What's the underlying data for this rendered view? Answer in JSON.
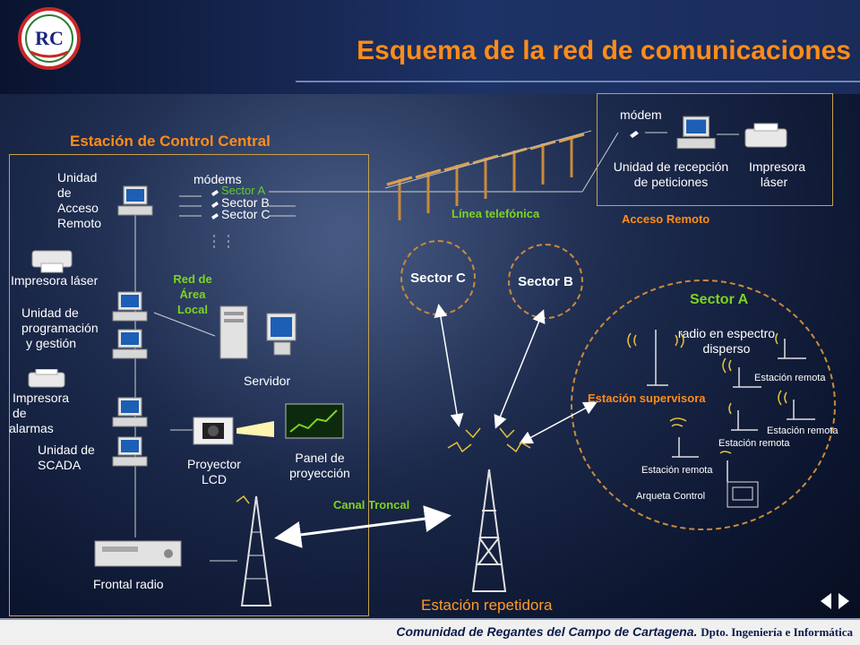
{
  "title": "Esquema de la red de comunicaciones",
  "logo": {
    "letters": "RC"
  },
  "central_station": {
    "heading": "Estación de Control Central",
    "remote_access_unit": [
      "Unidad",
      "de",
      "Acceso",
      "Remoto"
    ],
    "modems_label": "módems",
    "modem_sectors": [
      "Sector A",
      "Sector B",
      "Sector C"
    ],
    "laser_printer": "Impresora láser",
    "lan": [
      "Red de",
      "Área",
      "Local"
    ],
    "programming_unit": [
      "Unidad de",
      "programación",
      "y gestión"
    ],
    "server": "Servidor",
    "alarm_printer": [
      "Impresora",
      "de",
      "alarmas"
    ],
    "scada_unit": [
      "Unidad de",
      "SCADA"
    ],
    "projector": [
      "Proyector",
      "LCD"
    ],
    "projection_panel": [
      "Panel de",
      "proyección"
    ],
    "radio_front": "Frontal radio"
  },
  "remote_access": {
    "modem": "módem",
    "reception_unit": [
      "Unidad de recepción",
      "de peticiones"
    ],
    "printer": [
      "Impresora",
      "láser"
    ],
    "label": "Acceso Remoto"
  },
  "phone_line": "Línea telefónica",
  "sectors": {
    "c": "Sector C",
    "b": "Sector B",
    "a": "Sector A"
  },
  "sector_a": {
    "radio": [
      "radio en espectro",
      "disperso"
    ],
    "supervisor": "Estación supervisora",
    "remote_stations": [
      "Estación remota",
      "Estación remota",
      "Estación remota",
      "Estación remota"
    ],
    "control_box": "Arqueta Control"
  },
  "trunk_channel": "Canal Troncal",
  "repeater_station": "Estación repetidora",
  "footer": {
    "org": "Comunidad de Regantes del Campo de Cartagena.",
    "dept": "Dpto. Ingeniería e Informática"
  },
  "colors": {
    "title": "#ff8c1a",
    "accent_green": "#7ed321",
    "box_border": "#c8a24a",
    "dashed": "#c98a3a"
  }
}
